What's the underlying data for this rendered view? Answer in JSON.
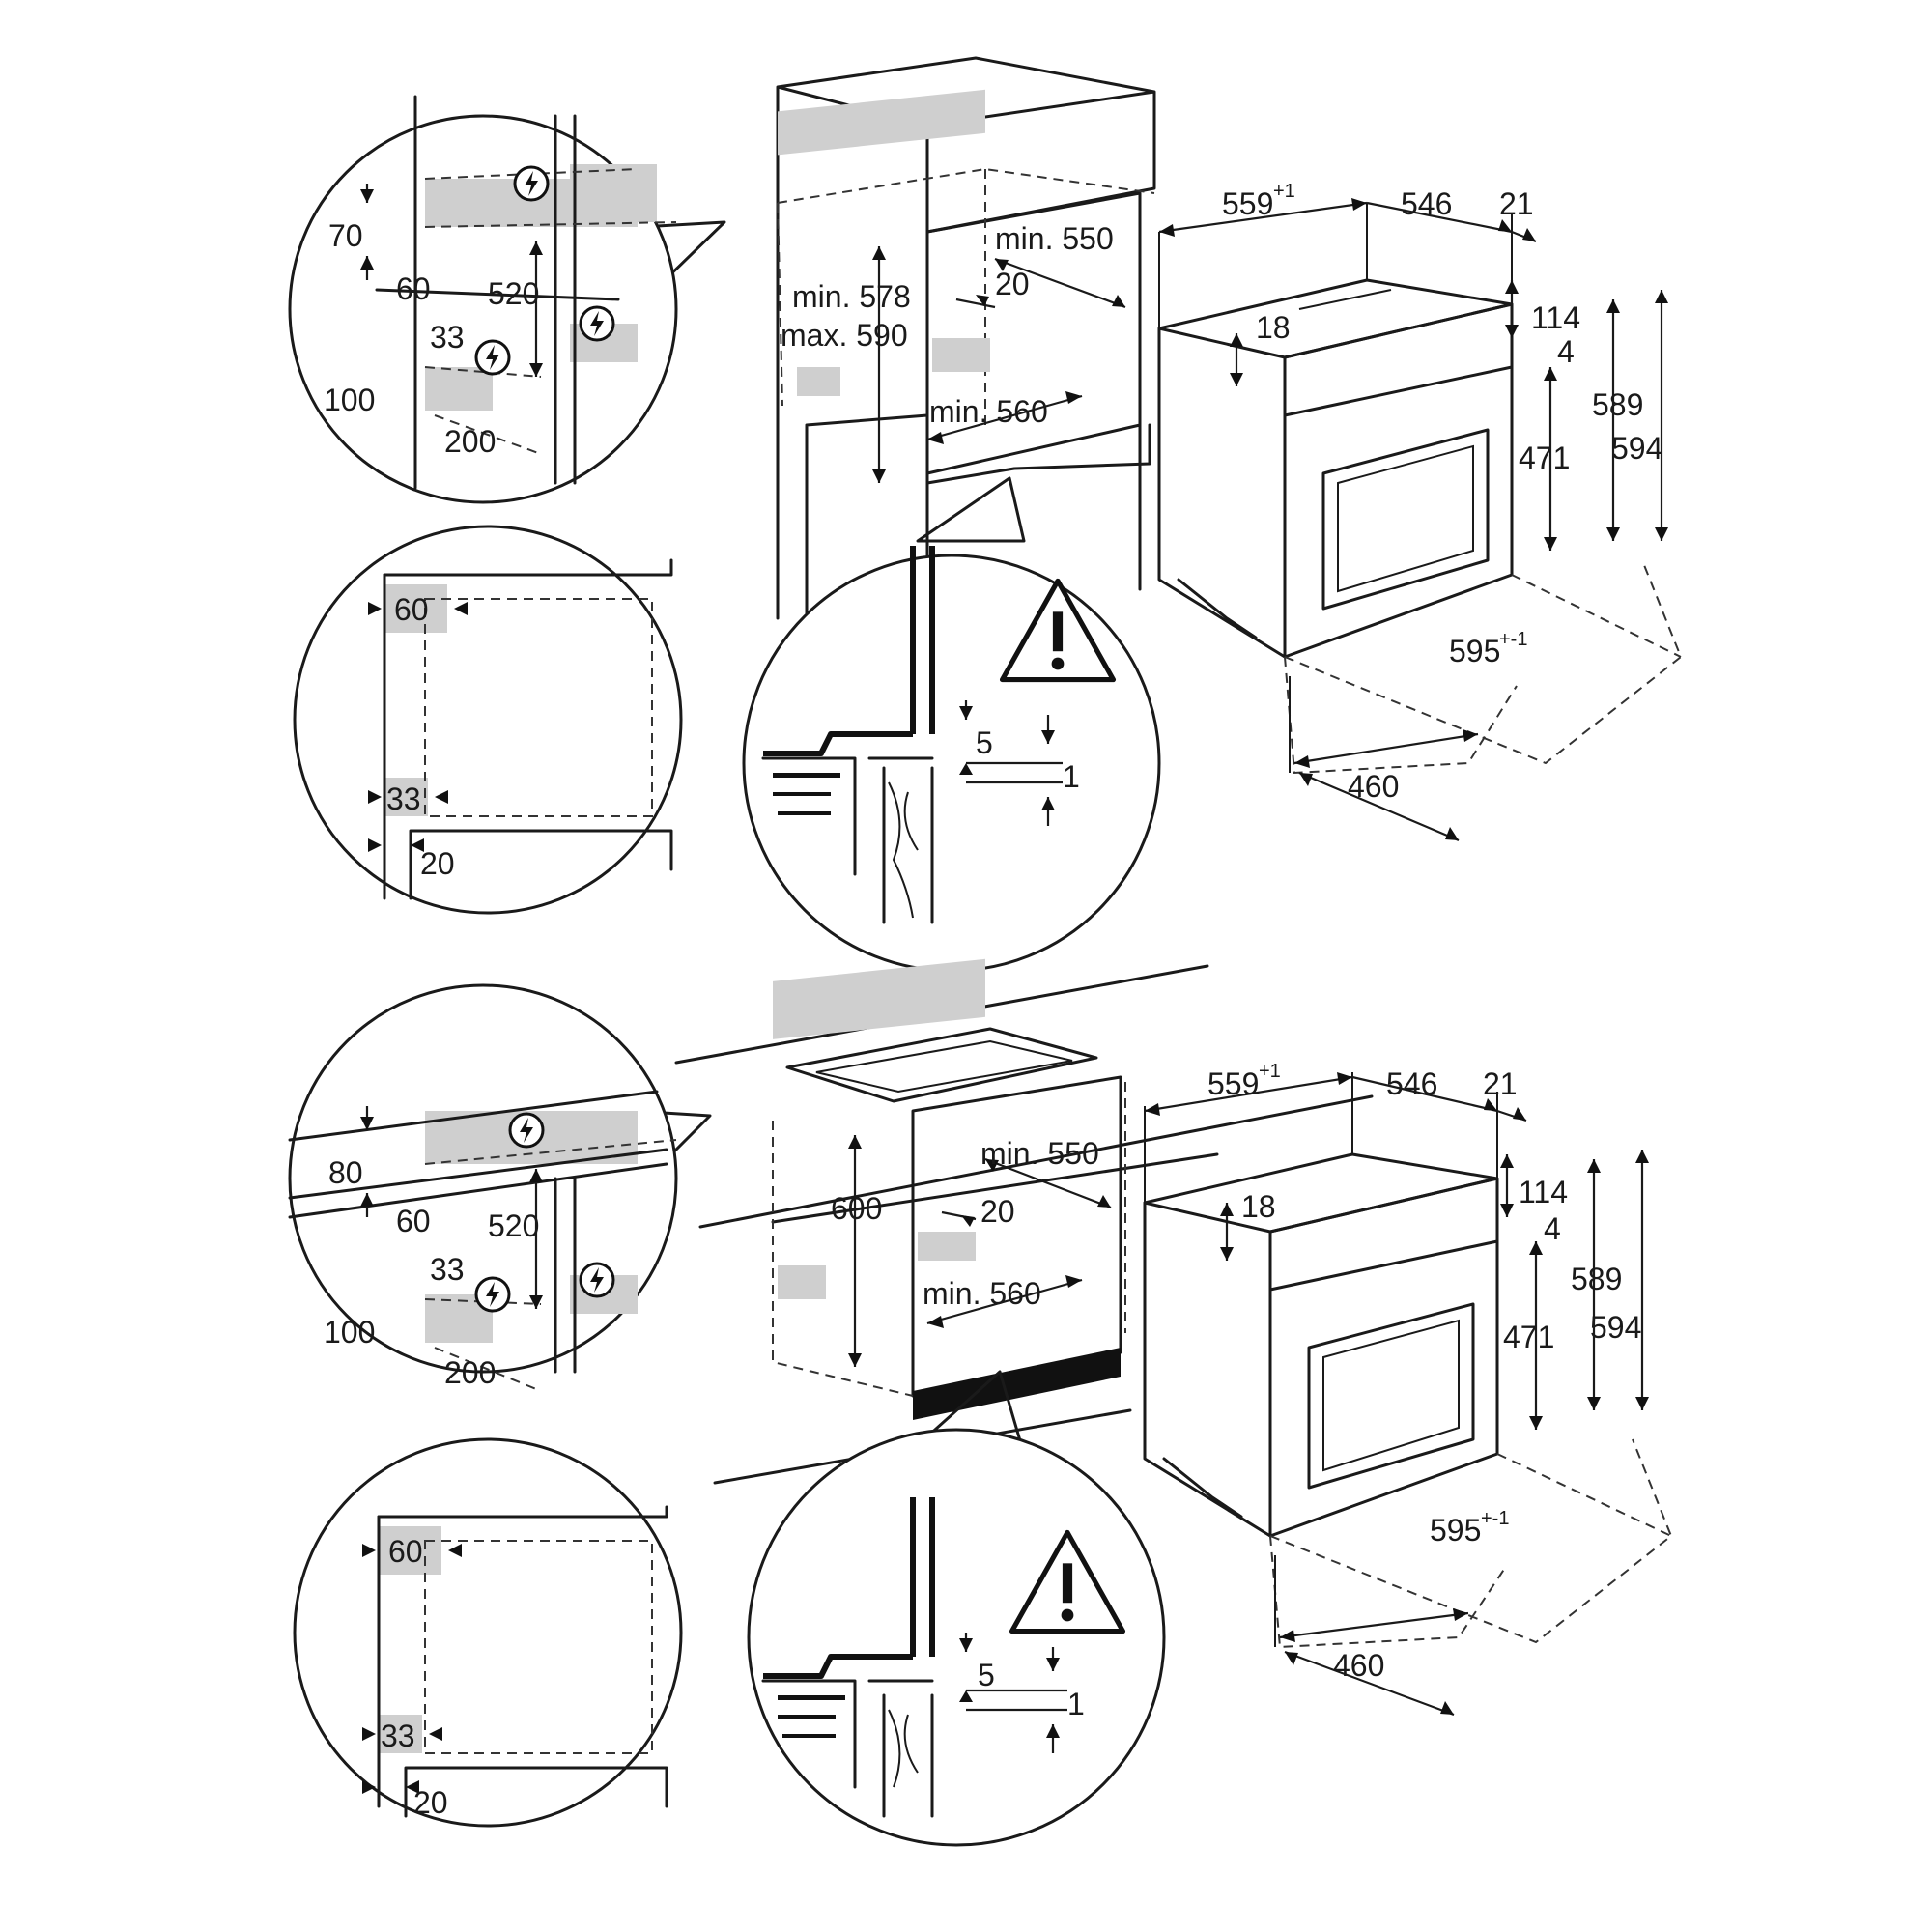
{
  "diagrams": [
    {
      "key": "top",
      "detail_upper": {
        "d1": "70",
        "d2": "60",
        "d3": "520",
        "d4": "33",
        "d5": "100",
        "d6": "200"
      },
      "detail_lower": {
        "d1": "60",
        "d2": "33",
        "d3": "20"
      },
      "cabinet": {
        "inner_height": "min. 578",
        "inner_height_max": "max. 590",
        "width_top": "min. 550",
        "gap": "20",
        "width_bottom": "min. 560"
      },
      "warning": {
        "d1": "5",
        "d2": "1"
      },
      "oven": {
        "width": "559",
        "width_tol": "+1",
        "depth": "546",
        "panel": "21",
        "h1": "114",
        "h2": "18",
        "h3": "4",
        "h4": "589",
        "h5": "471",
        "h6": "594",
        "front": "595",
        "front_tol": "+-1",
        "bottom": "460"
      }
    },
    {
      "key": "bottom",
      "detail_upper": {
        "d1": "80",
        "d2": "60",
        "d3": "520",
        "d4": "33",
        "d5": "100",
        "d6": "200"
      },
      "detail_lower": {
        "d1": "60",
        "d2": "33",
        "d3": "20"
      },
      "cabinet": {
        "inner_height": "600",
        "inner_height_max": "",
        "width_top": "min. 550",
        "gap": "20",
        "width_bottom": "min. 560"
      },
      "warning": {
        "d1": "5",
        "d2": "1"
      },
      "oven": {
        "width": "559",
        "width_tol": "+1",
        "depth": "546",
        "panel": "21",
        "h1": "114",
        "h2": "18",
        "h3": "4",
        "h4": "589",
        "h5": "471",
        "h6": "594",
        "front": "595",
        "front_tol": "+-1",
        "bottom": "460"
      }
    }
  ]
}
